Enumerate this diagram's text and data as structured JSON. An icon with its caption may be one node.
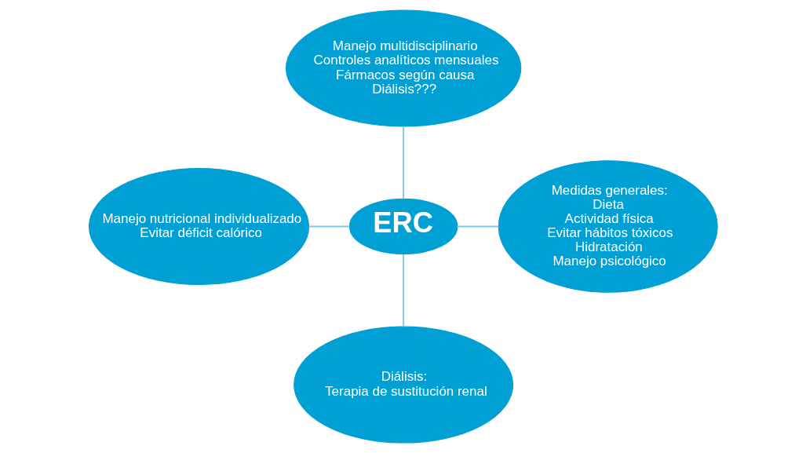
{
  "diagram": {
    "nodes": [
      {
        "text": [
          "ERC"
        ]
      },
      {
        "text": [
          "Manejo multidisciplinario",
          "Controles analíticos mensuales",
          "Fármacos según causa",
          "Diálisis???"
        ]
      },
      {
        "text": [
          "Manejo nutricional individualizado",
          "Evitar déficit calórico"
        ]
      },
      {
        "text": [
          "Medidas generales:",
          "Dieta",
          "Actividad física",
          "Evitar hábitos tóxicos",
          "Hidratación",
          "Manejo psicológico"
        ]
      },
      {
        "text": [
          "Diálisis:",
          "Terapia de sustitución renal"
        ]
      }
    ],
    "edges": [
      {
        "from": 1,
        "to": 0,
        "arrow": "none"
      },
      {
        "from": 0,
        "to": 2,
        "arrow": "none"
      },
      {
        "from": 0,
        "to": 3,
        "arrow": "none"
      },
      {
        "from": 0,
        "to": 4,
        "arrow": "none"
      }
    ]
  }
}
